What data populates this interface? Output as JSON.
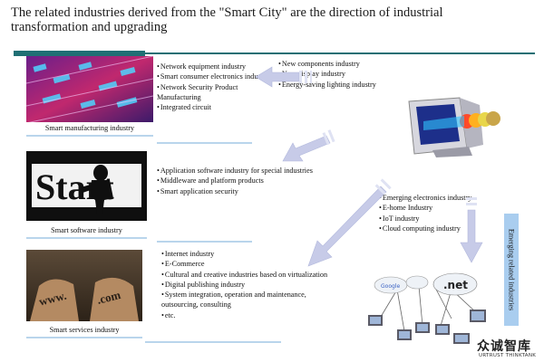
{
  "title": "The related industries derived from the \"Smart City\" are the direction of industrial transformation and upgrading",
  "manufacturing": {
    "label": "Smart manufacturing industry",
    "items": [
      "Network equipment industry",
      "Smart consumer electronics industry",
      "Network Security Product Manufacturing",
      "Integrated circuit"
    ]
  },
  "components": {
    "items": [
      "New components industry",
      "New display industry",
      "Energy-saving lighting industry"
    ]
  },
  "software": {
    "label": "Smart software industry",
    "banner_text": "Start",
    "items": [
      "Application software industry for special industries",
      "Middleware and platform products",
      "Smart application security"
    ]
  },
  "emerging": {
    "vertical_label": "Emerging related industries",
    "items": [
      "Emerging electronics industry",
      "E-home Industry",
      "IoT industry",
      "Cloud computing industry"
    ],
    "network_labels": [
      "Google",
      ".net"
    ]
  },
  "services": {
    "label": "Smart services industry",
    "hand_text_left": "www.",
    "hand_text_right": ".com",
    "items": [
      "Internet industry",
      "E-Commerce",
      "Cultural and creative industries based on virtualization",
      "Digital publishing industry",
      "System integration, operation and maintenance, outsourcing, consulting",
      "etc."
    ]
  },
  "logo": {
    "chinese": "众诚智库",
    "english": "URTRUST THINKTANK"
  },
  "colors": {
    "accent_teal": "#1f6f74",
    "light_blue": "#b9d5ec",
    "arrow_fill": "#c7cbe8"
  }
}
